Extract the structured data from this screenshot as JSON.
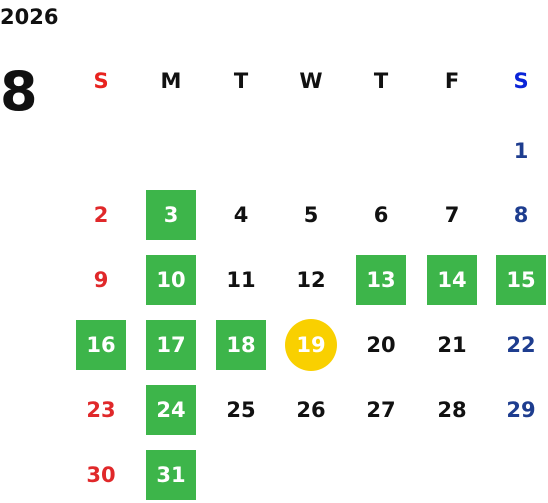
{
  "header": {
    "year": "2026",
    "month": "8"
  },
  "weekdays": [
    "S",
    "M",
    "T",
    "W",
    "T",
    "F",
    "S"
  ],
  "colors": {
    "highlight": "#3db54a",
    "today": "#f9d000",
    "sunday": "#e0282a",
    "saturday": "#1e3d8f"
  },
  "days": [
    {
      "label": "1",
      "weekday": 6,
      "week": 0
    },
    {
      "label": "2",
      "weekday": 0,
      "week": 1
    },
    {
      "label": "3",
      "weekday": 1,
      "week": 1,
      "highlighted": true
    },
    {
      "label": "4",
      "weekday": 2,
      "week": 1
    },
    {
      "label": "5",
      "weekday": 3,
      "week": 1
    },
    {
      "label": "6",
      "weekday": 4,
      "week": 1
    },
    {
      "label": "7",
      "weekday": 5,
      "week": 1
    },
    {
      "label": "8",
      "weekday": 6,
      "week": 1
    },
    {
      "label": "9",
      "weekday": 0,
      "week": 2
    },
    {
      "label": "10",
      "weekday": 1,
      "week": 2,
      "highlighted": true
    },
    {
      "label": "11",
      "weekday": 2,
      "week": 2
    },
    {
      "label": "12",
      "weekday": 3,
      "week": 2
    },
    {
      "label": "13",
      "weekday": 4,
      "week": 2,
      "highlighted": true
    },
    {
      "label": "14",
      "weekday": 5,
      "week": 2,
      "highlighted": true
    },
    {
      "label": "15",
      "weekday": 6,
      "week": 2,
      "highlighted": true
    },
    {
      "label": "16",
      "weekday": 0,
      "week": 3,
      "highlighted": true
    },
    {
      "label": "17",
      "weekday": 1,
      "week": 3,
      "highlighted": true
    },
    {
      "label": "18",
      "weekday": 2,
      "week": 3,
      "highlighted": true
    },
    {
      "label": "19",
      "weekday": 3,
      "week": 3,
      "today": true
    },
    {
      "label": "20",
      "weekday": 4,
      "week": 3
    },
    {
      "label": "21",
      "weekday": 5,
      "week": 3
    },
    {
      "label": "22",
      "weekday": 6,
      "week": 3
    },
    {
      "label": "23",
      "weekday": 0,
      "week": 4
    },
    {
      "label": "24",
      "weekday": 1,
      "week": 4,
      "highlighted": true
    },
    {
      "label": "25",
      "weekday": 2,
      "week": 4
    },
    {
      "label": "26",
      "weekday": 3,
      "week": 4
    },
    {
      "label": "27",
      "weekday": 4,
      "week": 4
    },
    {
      "label": "28",
      "weekday": 5,
      "week": 4
    },
    {
      "label": "29",
      "weekday": 6,
      "week": 4
    },
    {
      "label": "30",
      "weekday": 0,
      "week": 5
    },
    {
      "label": "31",
      "weekday": 1,
      "week": 5,
      "highlighted": true
    }
  ]
}
